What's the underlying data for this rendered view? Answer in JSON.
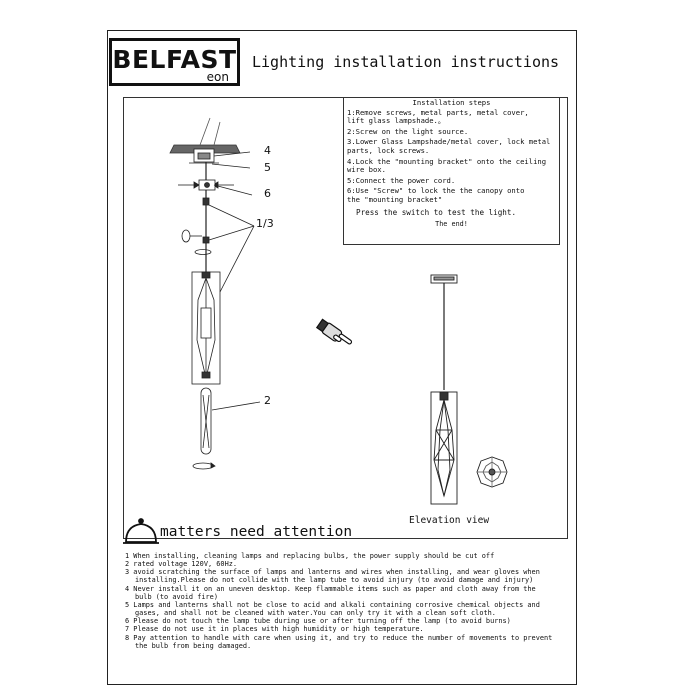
{
  "logo": {
    "brand": "BELFAST",
    "sub": "eon"
  },
  "title": "Lighting installation instructions",
  "installation": {
    "heading": "Installation steps",
    "steps": [
      "1:Remove screws, metal parts, metal cover,\nlift glass lampshade.。",
      "2:Screw on the light source.",
      "3.Lower Glass Lampshade/metal cover, lock metal\nparts, lock screws.",
      "4.Lock the \"mounting bracket\" onto the ceiling\nwire box.",
      "5:Connect the power cord.",
      "6:Use \"Screw\" to lock the  the canopy onto\nthe \"mounting bracket\""
    ],
    "press": "Press the switch to test the light.",
    "end": "The end!"
  },
  "diagram_labels": {
    "l4": "4",
    "l5": "5",
    "l6": "6",
    "l13": "1/3",
    "l2": "2"
  },
  "elevation_label": "Elevation view",
  "attention": {
    "title": "matters need attention",
    "lines": [
      "1 When installing, cleaning lamps and replacing bulbs, the power supply should be cut off",
      "2 rated voltage 120V, 60Hz.",
      "3 avoid scratching the surface of lamps and lanterns and wires when installing, and wear gloves when",
      "installing.Please do not collide with the lamp tube to avoid injury (to avoid damage and injury)",
      "4 Never install it on an uneven desktop. Keep flammable items such as paper and cloth away from the",
      "bulb (to avoid fire)",
      "5 Lamps and lanterns shall not be close to acid and alkali containing corrosive chemical objects and",
      "gases, and shall not be cleaned with water.You can only try it with a clean soft cloth.",
      "6 Please do not touch the lamp tube during use or after turning off the lamp (to avoid burns)",
      "7 Please do not use it in places with high humidity or high temperature.",
      "8 Pay attention to handle with care when using it, and try to reduce the number of movements to prevent",
      "the bulb from being damaged."
    ]
  },
  "icons": [
    "pointing-hand-icon",
    "bell-icon"
  ]
}
